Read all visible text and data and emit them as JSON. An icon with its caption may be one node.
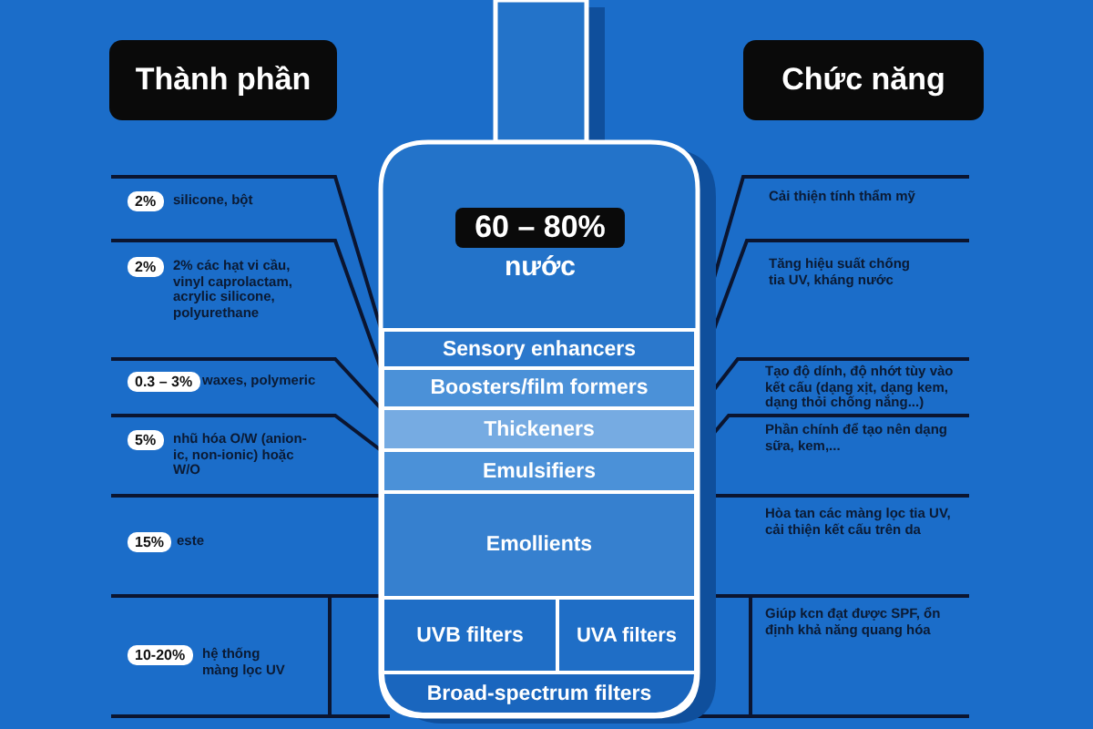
{
  "diagram": {
    "nodes": [
      {
        "text": [
          "Thành phần"
        ]
      },
      {
        "text": [
          "Chức năng"
        ]
      },
      {
        "text": [],
        "shape": "bottle"
      },
      {
        "text": [
          "60 – 80%"
        ],
        "beside": [
          "nước"
        ],
        "in": 2
      },
      {
        "text": [
          "Sensory enhancers"
        ],
        "in": 2
      },
      {
        "text": [
          "Boosters/film formers"
        ],
        "in": 2
      },
      {
        "text": [
          "Thickeners"
        ],
        "in": 2
      },
      {
        "text": [
          "Emulsifiers"
        ],
        "in": 2
      },
      {
        "text": [
          "Emollients"
        ],
        "in": 2
      },
      {
        "text": [
          "UVB filters"
        ],
        "in": 2
      },
      {
        "text": [
          "UVA filters"
        ],
        "in": 2
      },
      {
        "text": [
          "Broad-spectrum filters"
        ],
        "in": 2
      },
      {
        "text": [
          "2%"
        ],
        "beside": [
          "silicone, bột"
        ]
      },
      {
        "text": [
          "2%"
        ],
        "beside": [
          "2% các hạt vi cầu, vinyl caprolactam, acrylic silicone, polyurethane"
        ]
      },
      {
        "text": [
          "0.3 – 3%"
        ],
        "beside": [
          "waxes, polymeric"
        ]
      },
      {
        "text": [
          "5%"
        ],
        "beside": [
          "nhũ hóa O/W (anion-ic, non-ionic) hoặc W/O"
        ]
      },
      {
        "text": [
          "15%"
        ],
        "beside": [
          "este"
        ]
      },
      {
        "text": [
          "10-20%"
        ],
        "beside": [
          "hệ thống màng lọc UV"
        ]
      }
    ],
    "labels": [
      "Cải thiện tính thẩm mỹ",
      "Tăng hiệu suất chống tia UV, kháng nước",
      "Tạo độ dính, độ nhớt tùy vào kết cấu (dạng xịt, dạng kem, dạng thỏi chống nắng...)",
      "Phần chính để tạo nên dạng sữa, kem,...",
      "Hòa tan các màng lọc tia UV, cải thiện kết cấu trên da",
      "Giúp kcn đạt được SPF, ổn định khả năng quang hóa"
    ]
  }
}
